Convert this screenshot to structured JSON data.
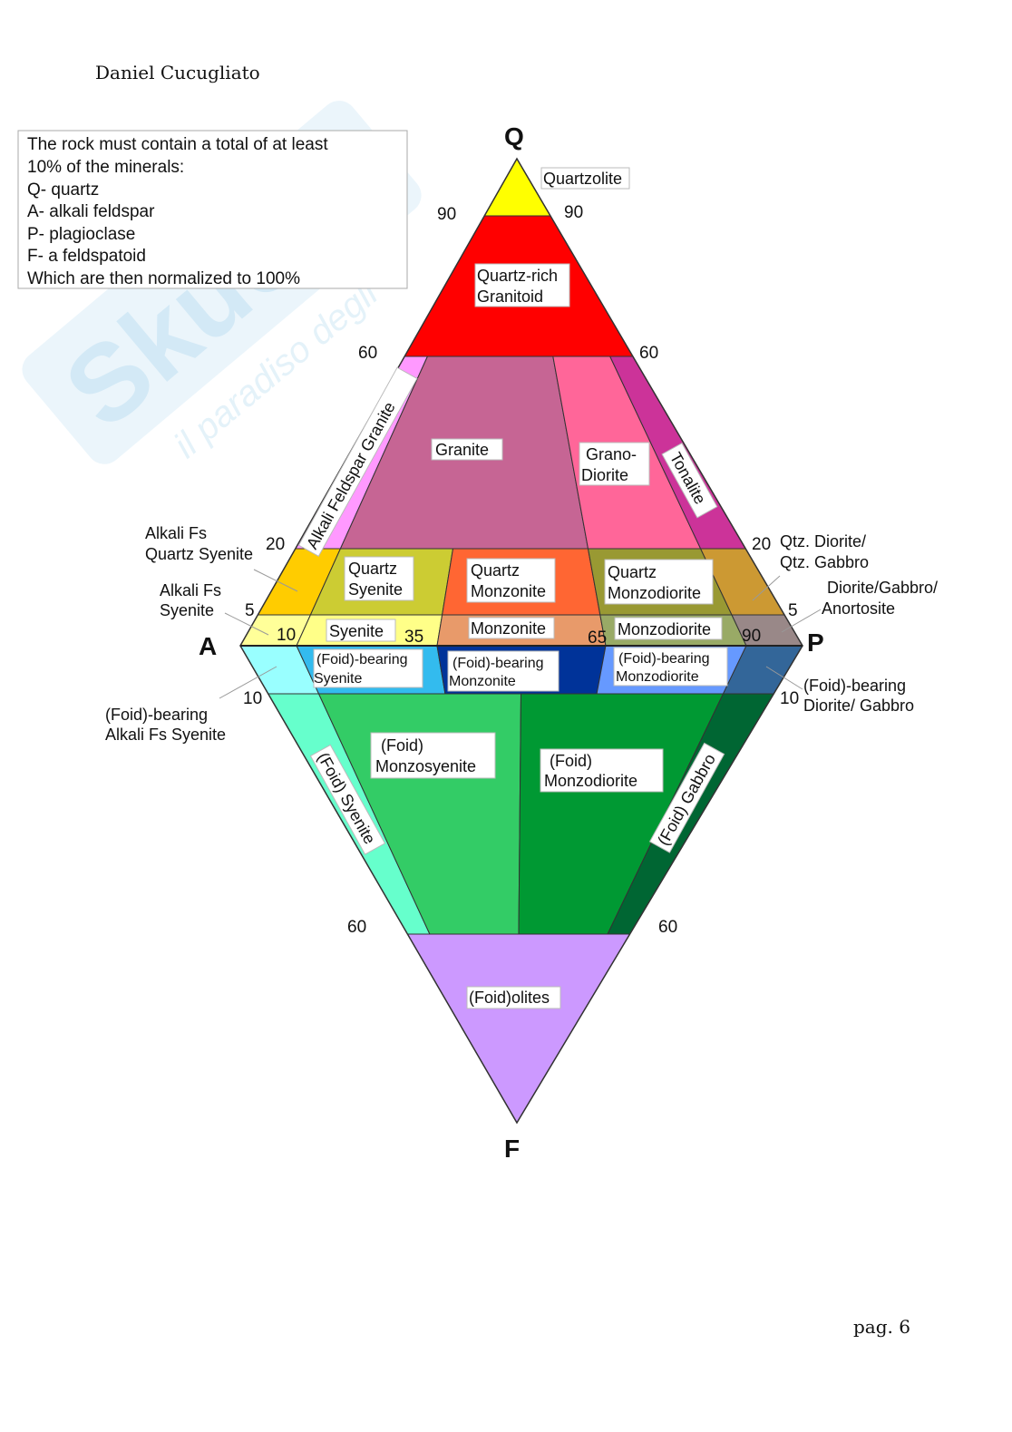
{
  "header": {
    "author": "Daniel Cucugliato"
  },
  "footer": {
    "page": "pag. 6"
  },
  "watermark": {
    "brand": "Skuola.net",
    "tagline": "il paradiso degli studente"
  },
  "info_box": {
    "lines": [
      "The rock must contain a total of at least",
      "10% of the minerals:",
      "Q- quartz",
      "A- alkali feldspar",
      "P- plagioclase",
      "F- a feldspatoid",
      "Which are then normalized to 100%"
    ]
  },
  "apices": {
    "q": "Q",
    "a": "A",
    "p": "P",
    "f": "F"
  },
  "ticks": {
    "q90_left": "90",
    "q90_right": "90",
    "q60_left": "60",
    "q60_right": "60",
    "q20_left": "20",
    "q20_right": "20",
    "q5_left": "5",
    "q5_right": "5",
    "p10": "10",
    "p35": "35",
    "p65": "65",
    "p90": "90",
    "f10_left": "10",
    "f10_right": "10",
    "f60_left": "60",
    "f60_right": "60"
  },
  "regions": {
    "quartzolite": {
      "label": "Quartzolite",
      "color": "#ffff00"
    },
    "quartz_rich_granitoid": {
      "label1": "Quartz-rich",
      "label2": "Granitoid",
      "color": "#ff0000"
    },
    "alkali_fs_granite": {
      "label": "Alkali Feldspar Granite",
      "color": "#ff99ff"
    },
    "granite": {
      "label": "Granite",
      "color": "#c66594"
    },
    "granodiorite": {
      "label1": "Grano-",
      "label2": "Diorite",
      "color": "#ff6699"
    },
    "tonalite": {
      "label": "Tonalite",
      "color": "#cc3399"
    },
    "alkali_fs_quartz_syenite": {
      "label1": "Alkali Fs",
      "label2": "Quartz Syenite",
      "color": "#ffcc00"
    },
    "quartz_syenite": {
      "label1": "Quartz",
      "label2": "Syenite",
      "color": "#cccc33"
    },
    "quartz_monzonite": {
      "label1": "Quartz",
      "label2": "Monzonite",
      "color": "#ff6633"
    },
    "quartz_monzodiorite": {
      "label1": "Quartz",
      "label2": "Monzodiorite",
      "color": "#999933"
    },
    "quartz_diorite": {
      "label1": "Qtz. Diorite/",
      "label2": "Qtz. Gabbro",
      "color": "#cc9933"
    },
    "alkali_fs_syenite": {
      "label1": "Alkali Fs",
      "label2": "Syenite",
      "color": "#ffff99"
    },
    "syenite": {
      "label": "Syenite",
      "color": "#ffff88"
    },
    "monzonite": {
      "label": "Monzonite",
      "color": "#e89a6a"
    },
    "monzodiorite": {
      "label": "Monzodiorite",
      "color": "#99aa66"
    },
    "diorite": {
      "label1": "Diorite/Gabbro/",
      "label2": "Anortosite",
      "color": "#998888"
    },
    "foid_bearing_alkali_fs_syenite": {
      "label1": "(Foid)-bearing",
      "label2": "Alkali Fs Syenite",
      "color": "#99ffff"
    },
    "foid_bearing_syenite": {
      "label1": "(Foid)-bearing",
      "label2": "Syenite",
      "color": "#33bbee"
    },
    "foid_bearing_monzonite": {
      "label1": "(Foid)-bearing",
      "label2": "Monzonite",
      "color": "#003399"
    },
    "foid_bearing_monzodiorite": {
      "label1": "(Foid)-bearing",
      "label2": "Monzodiorite",
      "color": "#6699ff"
    },
    "foid_bearing_diorite": {
      "label1": "(Foid)-bearing",
      "label2": "Diorite/ Gabbro",
      "color": "#336699"
    },
    "foid_syenite": {
      "label": "(Foid) Syenite",
      "color": "#66ffcc"
    },
    "foid_monzosyenite": {
      "label1": "(Foid)",
      "label2": "Monzosyenite",
      "color": "#33cc66"
    },
    "foid_monzodiorite": {
      "label1": "(Foid)",
      "label2": "Monzodiorite",
      "color": "#009933"
    },
    "foid_gabbro": {
      "label": "(Foid) Gabbro",
      "color": "#006633"
    },
    "foidolites": {
      "label": "(Foid)olites",
      "color": "#cc99ff"
    }
  }
}
